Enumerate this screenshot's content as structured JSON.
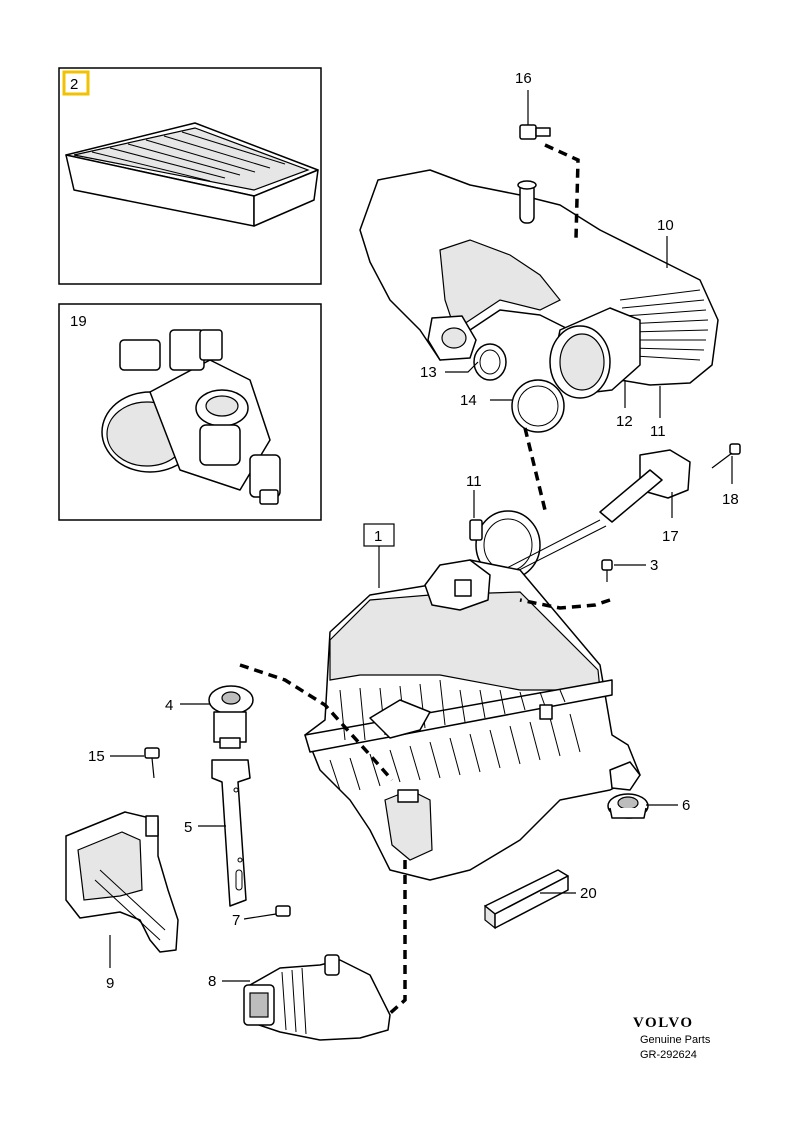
{
  "callouts": {
    "c1": "1",
    "c2": "2",
    "c3": "3",
    "c4": "4",
    "c5": "5",
    "c6": "6",
    "c7": "7",
    "c8": "8",
    "c9": "9",
    "c10": "10",
    "c11a": "11",
    "c11b": "11",
    "c12": "12",
    "c13": "13",
    "c14": "14",
    "c15": "15",
    "c16": "16",
    "c17": "17",
    "c18": "18",
    "c19": "19",
    "c20": "20"
  },
  "branding": {
    "logo": "VOLVO",
    "tagline": "Genuine Parts",
    "diagram_code": "GR-292624"
  },
  "colors": {
    "highlight": "#f2c200",
    "ink": "#000000",
    "background": "#ffffff"
  }
}
